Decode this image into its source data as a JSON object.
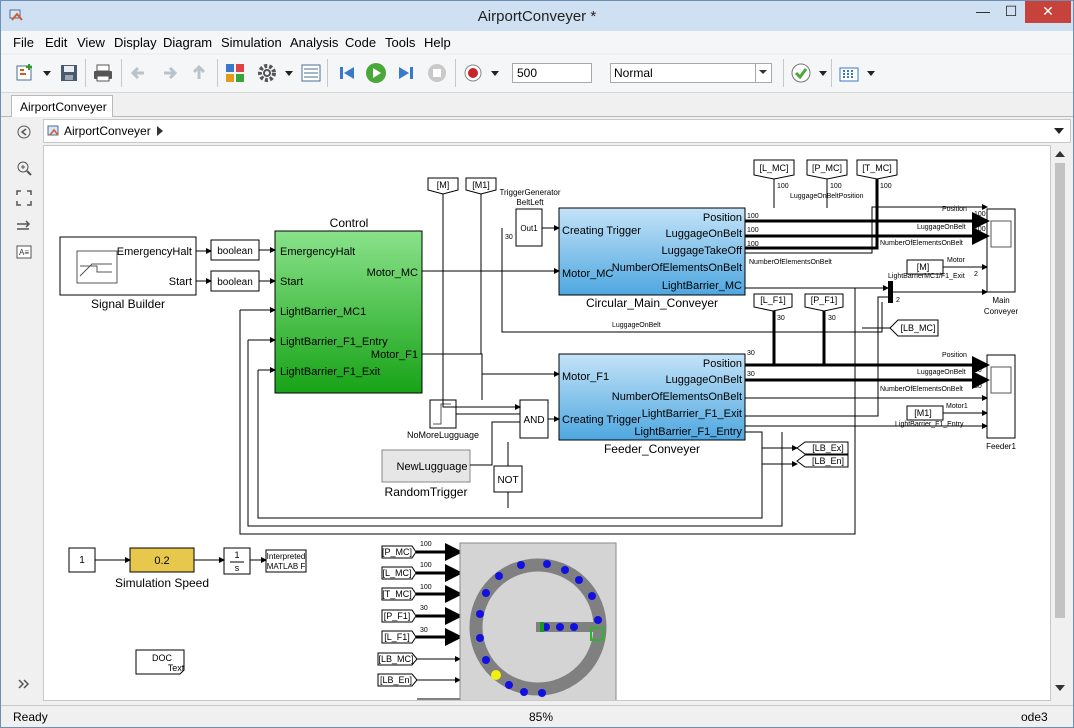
{
  "window": {
    "title": "AirportConveyer *"
  },
  "menu": [
    "File",
    "Edit",
    "View",
    "Display",
    "Diagram",
    "Simulation",
    "Analysis",
    "Code",
    "Tools",
    "Help"
  ],
  "toolbar": {
    "stop_time": "500",
    "sim_mode": "Normal"
  },
  "tab": {
    "label": "AirportConveyer"
  },
  "breadcrumb": {
    "label": "AirportConveyer"
  },
  "status": {
    "left": "Ready",
    "zoom": "85%",
    "solver": "ode3"
  },
  "diagram": {
    "signal_builder": {
      "name": "Signal Builder",
      "ports": [
        "EmergencyHalt",
        "Start"
      ]
    },
    "boolean": "boolean",
    "control": {
      "name": "Control",
      "inputs": [
        "EmergencyHalt",
        "Start",
        "LightBarrier_MC1",
        "LightBarrier_F1_Entry",
        "LightBarrier_F1_Exit"
      ],
      "outputs": [
        "Motor_MC",
        "Motor_F1"
      ]
    },
    "circular": {
      "name": "Circular_Main_Conveyer",
      "inputs": [
        "Creating Trigger",
        "Motor_MC"
      ],
      "outputs": [
        "Position",
        "LuggageOnBelt",
        "LuggageTakeOff",
        "NumberOfElementsOnBelt",
        "LightBarrier_MC"
      ]
    },
    "feeder": {
      "name": "Feeder_Conveyer",
      "inputs": [
        "Motor_F1",
        "Creating Trigger"
      ],
      "outputs": [
        "Position",
        "LuggageOnBelt",
        "NumberOfElementsOnBelt",
        "LightBarrier_F1_Exit",
        "LightBarrier_F1_Entry"
      ]
    },
    "trigger_gen": {
      "name": "TriggerGenerator\nBeltLeft",
      "port": "Out1"
    },
    "goto_m": "[M]",
    "goto_m1": "[M1]",
    "from_top": [
      "[L_MC]",
      "[P_MC]",
      "[T_MC]"
    ],
    "from_mid": [
      "[L_F1]",
      "[P_F1]"
    ],
    "tag_lb_mc": "[LB_MC]",
    "tag_lb_ex": "[LB_Ex]",
    "tag_lb_en": "[LB_En]",
    "tag_m_scope": "[M]",
    "tag_m1_scope": "[M1]",
    "and": "AND",
    "not": "NOT",
    "nomore": "NoMoreLugguage",
    "newlug": "NewLugguage",
    "random": "RandomTrigger",
    "main_scope": "Main\nConveyer",
    "feeder_scope": "Feeder1",
    "mux_label": "LightBarrierMC1/F1_Exit",
    "sig_labels": {
      "lob_pos": "LuggageOnBeltPosition",
      "position": "Position",
      "lob": "LuggageOnBelt",
      "noe": "NumberOfElementsOnBelt",
      "motor": "Motor",
      "motor1": "Motor1",
      "lb_f1_entry": "LightBarrier_F1_Entry",
      "lob_bottom": "LuggageOnBelt",
      "noe_mid": "NumberOfElementsOnBelt"
    },
    "widths": {
      "w100": "100",
      "w30": "30",
      "w2": "2"
    },
    "speed": {
      "const": "1",
      "gain": "0.2",
      "name": "Simulation Speed",
      "integrator_num": "1",
      "integrator_den": "s",
      "interp_1": "Interpreted",
      "interp_2": "MATLAB F"
    },
    "doc": {
      "line1": "DOC",
      "line2": "Text"
    },
    "anim_tags": [
      "[P_MC]",
      "[L_MC]",
      "[T_MC]",
      "[P_F1]",
      "[L_F1]",
      "[LB_MC]",
      "[LB_En]"
    ],
    "anim_widths": [
      "100",
      "100",
      "100",
      "30",
      "30"
    ]
  },
  "colors": {
    "green": "#2fb52f",
    "blue": "#6fb6e6",
    "yellow": "#e9c94a",
    "canvas": "#ffffff"
  }
}
